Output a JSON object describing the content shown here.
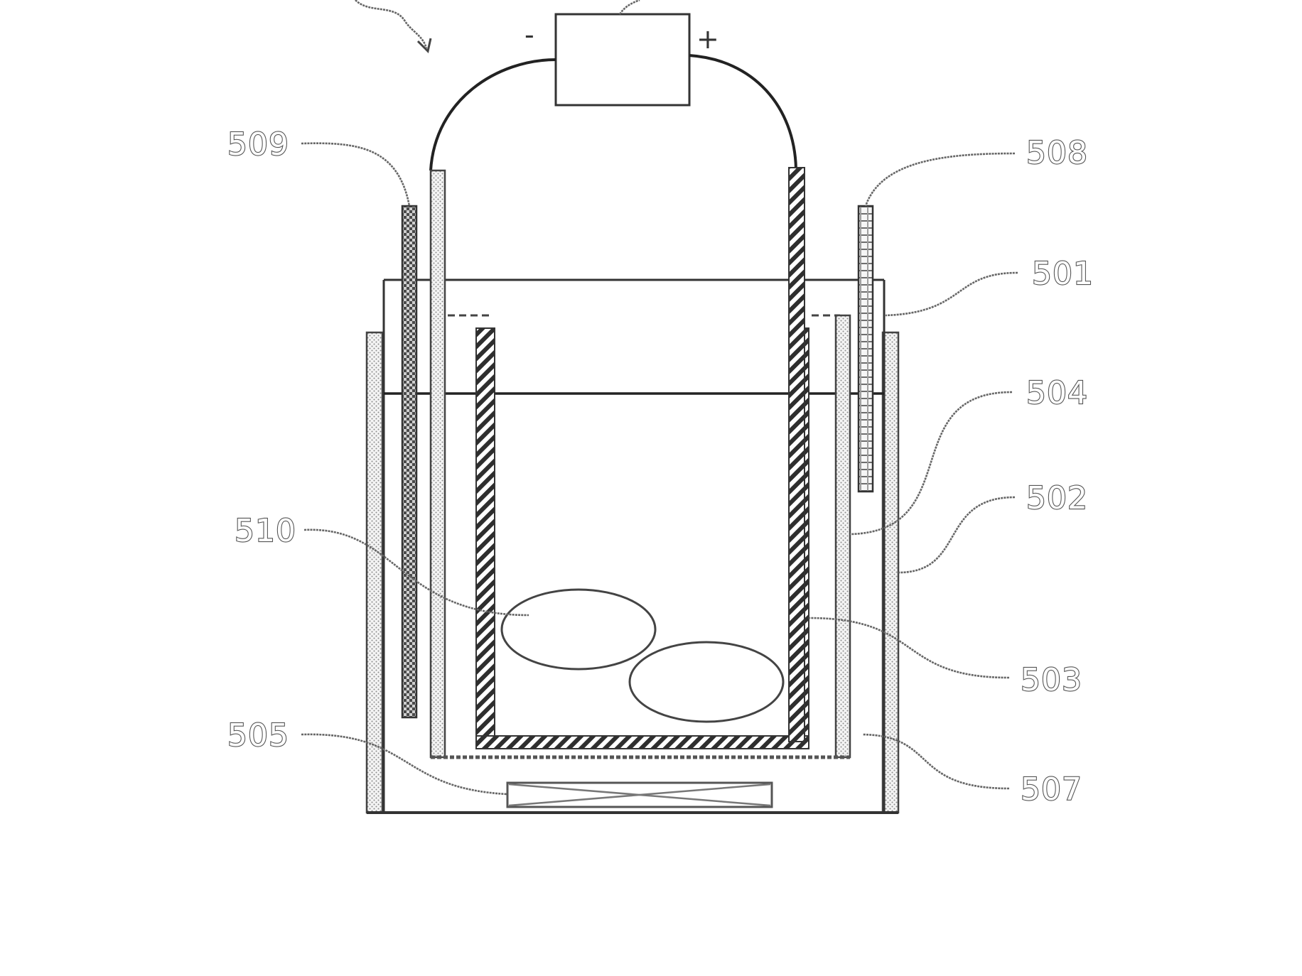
{
  "figure": {
    "power_supply": {
      "negative_sign": "-",
      "positive_sign": "+"
    },
    "reference_labels": {
      "r501": "501",
      "r502": "502",
      "r503": "503",
      "r504": "504",
      "r505": "505",
      "r507": "507",
      "r508": "508",
      "r509": "509",
      "r510": "510"
    },
    "hatch_colors": {
      "dots": "#9a9a9a",
      "diagonal": "#333333",
      "checker": "#555555",
      "stripes": "#777777"
    }
  }
}
